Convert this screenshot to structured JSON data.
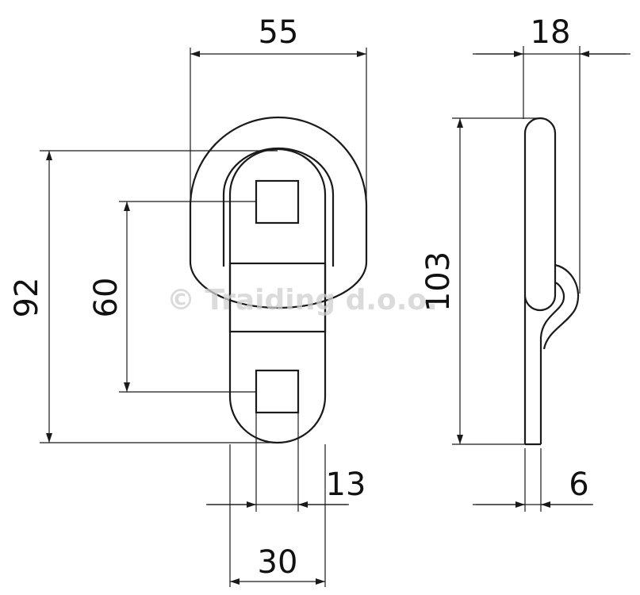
{
  "colors": {
    "ink": "#1a1a1a",
    "watermark": "#cfcfcf",
    "background": "#ffffff"
  },
  "dimensions": {
    "overall_width": "55",
    "side_depth": "18",
    "overall_height": "92",
    "hole_spacing": "60",
    "side_height": "103",
    "hole_size": "13",
    "strap_width": "30",
    "thickness": "6"
  },
  "watermark": "© Traiding d.o.o."
}
